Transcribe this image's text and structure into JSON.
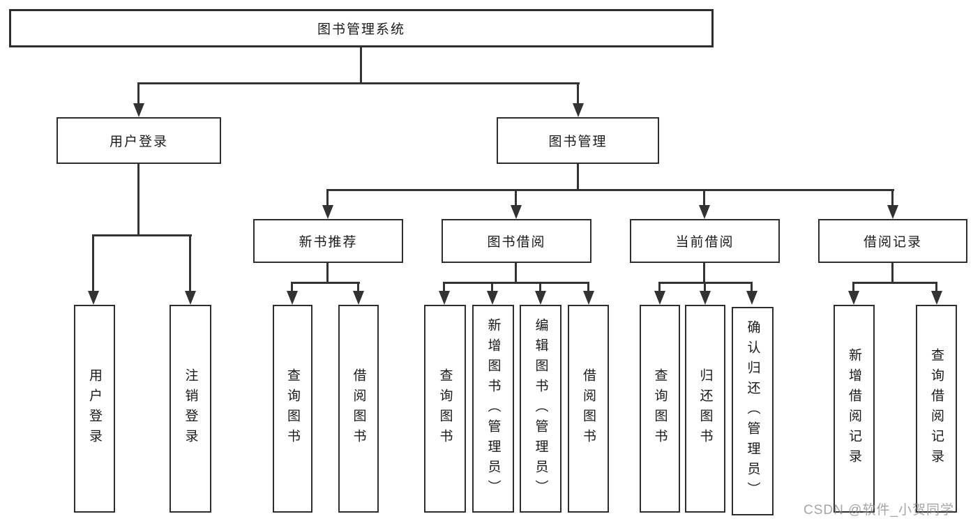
{
  "tree": {
    "root": {
      "label": "图书管理系统",
      "children": [
        {
          "label": "用户登录",
          "children": [
            {
              "label": "用户登录"
            },
            {
              "label": "注销登录"
            }
          ]
        },
        {
          "label": "图书管理",
          "children": [
            {
              "label": "新书推荐",
              "children": [
                {
                  "label": "查询图书"
                },
                {
                  "label": "借阅图书"
                }
              ]
            },
            {
              "label": "图书借阅",
              "children": [
                {
                  "label": "查询图书"
                },
                {
                  "label": "新增图书（管理员）"
                },
                {
                  "label": "编辑图书（管理员）"
                },
                {
                  "label": "借阅图书"
                }
              ]
            },
            {
              "label": "当前借阅",
              "children": [
                {
                  "label": "查询图书"
                },
                {
                  "label": "归还图书"
                },
                {
                  "label": "确认归还（管理员）"
                }
              ]
            },
            {
              "label": "借阅记录",
              "children": [
                {
                  "label": "新增借阅记录"
                },
                {
                  "label": "查询借阅记录"
                }
              ]
            }
          ]
        }
      ]
    }
  },
  "watermark": {
    "text": "CSDN @软件_小贺同学"
  },
  "colors": {
    "line": "#333333",
    "box_border": "#2e2e2e",
    "text": "#1a1a1a",
    "background": "#ffffff",
    "watermark": "#878787"
  }
}
